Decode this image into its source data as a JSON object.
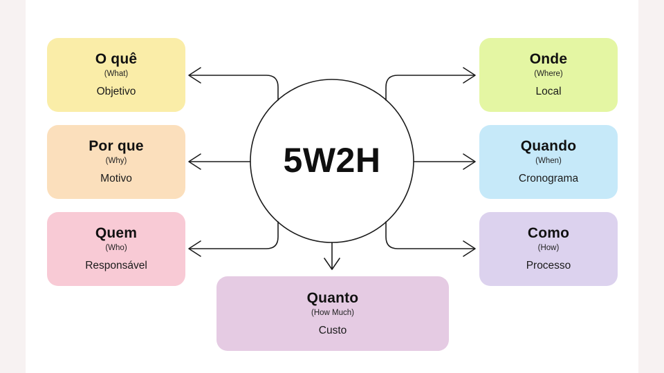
{
  "page": {
    "background": "#FFFFFF",
    "margin_strip_color": "#F7F2F2"
  },
  "center": {
    "label": "5W2H"
  },
  "boxes": [
    {
      "key": "what",
      "title": "O quê",
      "subtitle": "(What)",
      "label": "Objetivo",
      "color": "#FAEDA8"
    },
    {
      "key": "why",
      "title": "Por que",
      "subtitle": "(Why)",
      "label": "Motivo",
      "color": "#FBDFBC"
    },
    {
      "key": "who",
      "title": "Quem",
      "subtitle": "(Who)",
      "label": "Responsável",
      "color": "#F8CAD5"
    },
    {
      "key": "where",
      "title": "Onde",
      "subtitle": "(Where)",
      "label": "Local",
      "color": "#E4F6A3"
    },
    {
      "key": "when",
      "title": "Quando",
      "subtitle": "(When)",
      "label": "Cronograma",
      "color": "#C6E9F9"
    },
    {
      "key": "how",
      "title": "Como",
      "subtitle": "(How)",
      "label": "Processo",
      "color": "#DCD2EE"
    },
    {
      "key": "how_much",
      "title": "Quanto",
      "subtitle": "(How Much)",
      "label": "Custo",
      "color": "#E5CBE3"
    }
  ],
  "diagram": {
    "stroke_color": "#1A1A1A"
  }
}
